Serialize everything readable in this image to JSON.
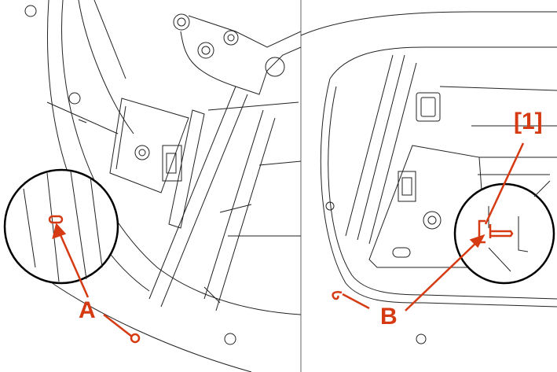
{
  "labels": {
    "a": "A",
    "b": "B",
    "ref1": "[1]"
  },
  "colors": {
    "callout": "#d63a12",
    "line": "#222222",
    "background": "#ffffff"
  }
}
